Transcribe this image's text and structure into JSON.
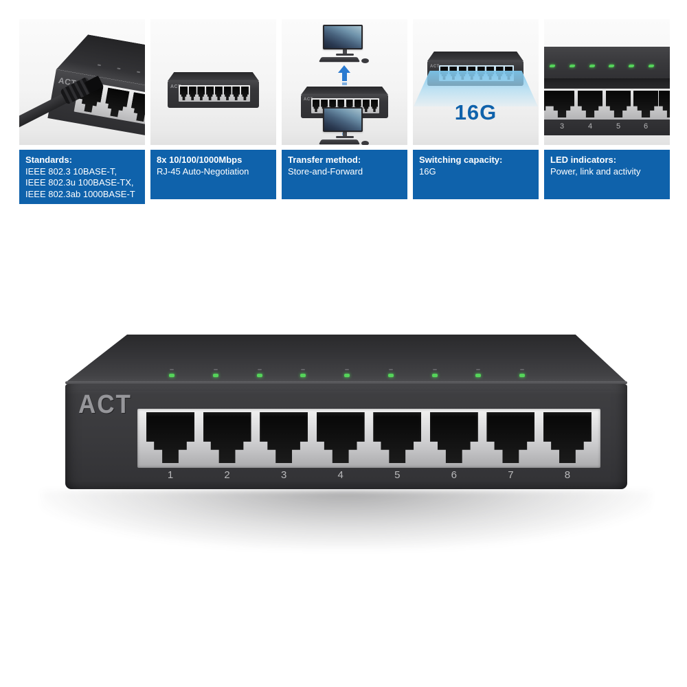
{
  "product": {
    "brand": "ACT",
    "port_labels": [
      "1",
      "2",
      "3",
      "4",
      "5",
      "6",
      "7",
      "8"
    ],
    "led_count": 9
  },
  "features": [
    {
      "name": "standards",
      "image": "switch-corner-closeup-with-cable",
      "caption_title": "Standards:",
      "caption_lines": [
        "IEEE 802.3 10BASE-T,",
        "IEEE 802.3u 100BASE-TX,",
        "IEEE 802.3ab 1000BASE-T"
      ]
    },
    {
      "name": "ports",
      "image": "switch-front-view",
      "caption_title": "8x 10/100/1000Mbps",
      "caption_lines": [
        "RJ-45 Auto-Negotiation"
      ]
    },
    {
      "name": "transfer-method",
      "image": "two-computers-connected-through-switch",
      "caption_title": "Transfer method:",
      "caption_lines": [
        "Store-and-Forward"
      ]
    },
    {
      "name": "switching-capacity",
      "image": "switch-with-light-beam",
      "overlay_text": "16G",
      "caption_title": "Switching capacity:",
      "caption_lines": [
        "16G"
      ]
    },
    {
      "name": "led-indicators",
      "image": "ports-closeup-with-leds",
      "port_numbers": [
        "3",
        "4",
        "5",
        "6"
      ],
      "caption_title": "LED indicators:",
      "caption_lines": [
        "Power, link and activity"
      ]
    }
  ],
  "colors": {
    "caption_background": "#0f62ab",
    "caption_text": "#ffffff",
    "led_green": "#55d35a",
    "chassis_dark": "#39393c",
    "port_panel_silver": "#c9c9cb",
    "arrow_blue": "#2a7ad0",
    "beam_blue": "#9fd4ef",
    "overlay_text_blue": "#0f62ab",
    "logo_gray": "#96969a",
    "port_number_gray": "#b9b9bb"
  }
}
